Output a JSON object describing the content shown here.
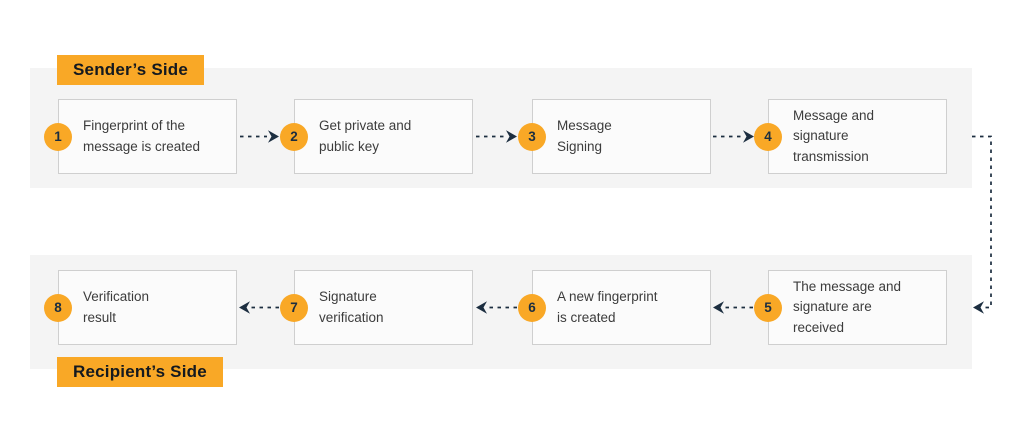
{
  "colors": {
    "accent_orange": "#F9A826",
    "arrow_navy": "#1C2E40",
    "band_gray": "#F4F4F4",
    "box_bg": "#FBFBFB",
    "box_border": "#CFCFCF",
    "step_text": "#3C3C3C",
    "label_text": "#14191F"
  },
  "sender": {
    "label": "Sender’s Side",
    "steps": [
      {
        "num": "1",
        "text": "Fingerprint of the\nmessage is created"
      },
      {
        "num": "2",
        "text": "Get private and\npublic key"
      },
      {
        "num": "3",
        "text": "Message\nSigning"
      },
      {
        "num": "4",
        "text": "Message and\nsignature\ntransmission"
      }
    ]
  },
  "recipient": {
    "label": "Recipient’s Side",
    "steps": [
      {
        "num": "5",
        "text": "The message and\nsignature are\nreceived"
      },
      {
        "num": "6",
        "text": "A new fingerprint\nis created"
      },
      {
        "num": "7",
        "text": "Signature\nverification"
      },
      {
        "num": "8",
        "text": "Verification\nresult"
      }
    ]
  }
}
